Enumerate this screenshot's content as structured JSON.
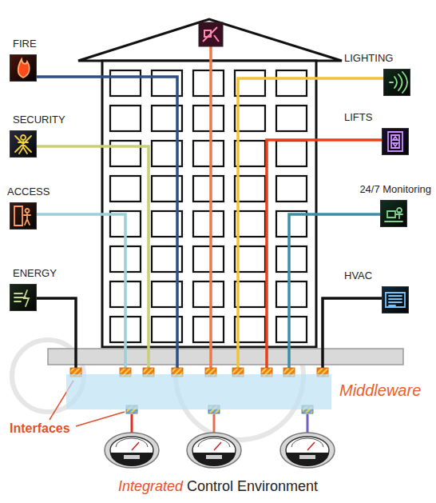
{
  "diagram": {
    "caption": "Integrated Control Environment",
    "nodes": [
      {
        "text": [
          "FIRE"
        ]
      },
      {
        "text": [
          "LIGHTING"
        ]
      },
      {
        "text": [
          "SECURITY"
        ]
      },
      {
        "text": [
          "LIFTS"
        ]
      },
      {
        "text": [
          "ACCESS"
        ]
      },
      {
        "text": [
          "24/7 Monitoring"
        ]
      },
      {
        "text": [
          "ENERGY"
        ]
      },
      {
        "text": [
          "HVAC"
        ]
      },
      {
        "text": [
          "Middleware"
        ]
      }
    ],
    "edges": [
      {
        "from": 0,
        "to": 8,
        "arrow": "none"
      },
      {
        "from": 1,
        "to": 8,
        "arrow": "none"
      },
      {
        "from": 2,
        "to": 8,
        "arrow": "none"
      },
      {
        "from": 3,
        "to": 8,
        "arrow": "none"
      },
      {
        "from": 4,
        "to": 8,
        "arrow": "none"
      },
      {
        "from": 5,
        "to": 8,
        "arrow": "none"
      },
      {
        "from": 6,
        "to": 8,
        "arrow": "none"
      },
      {
        "from": 7,
        "to": 8,
        "arrow": "none"
      }
    ],
    "labels": [
      "Interfaces"
    ]
  }
}
